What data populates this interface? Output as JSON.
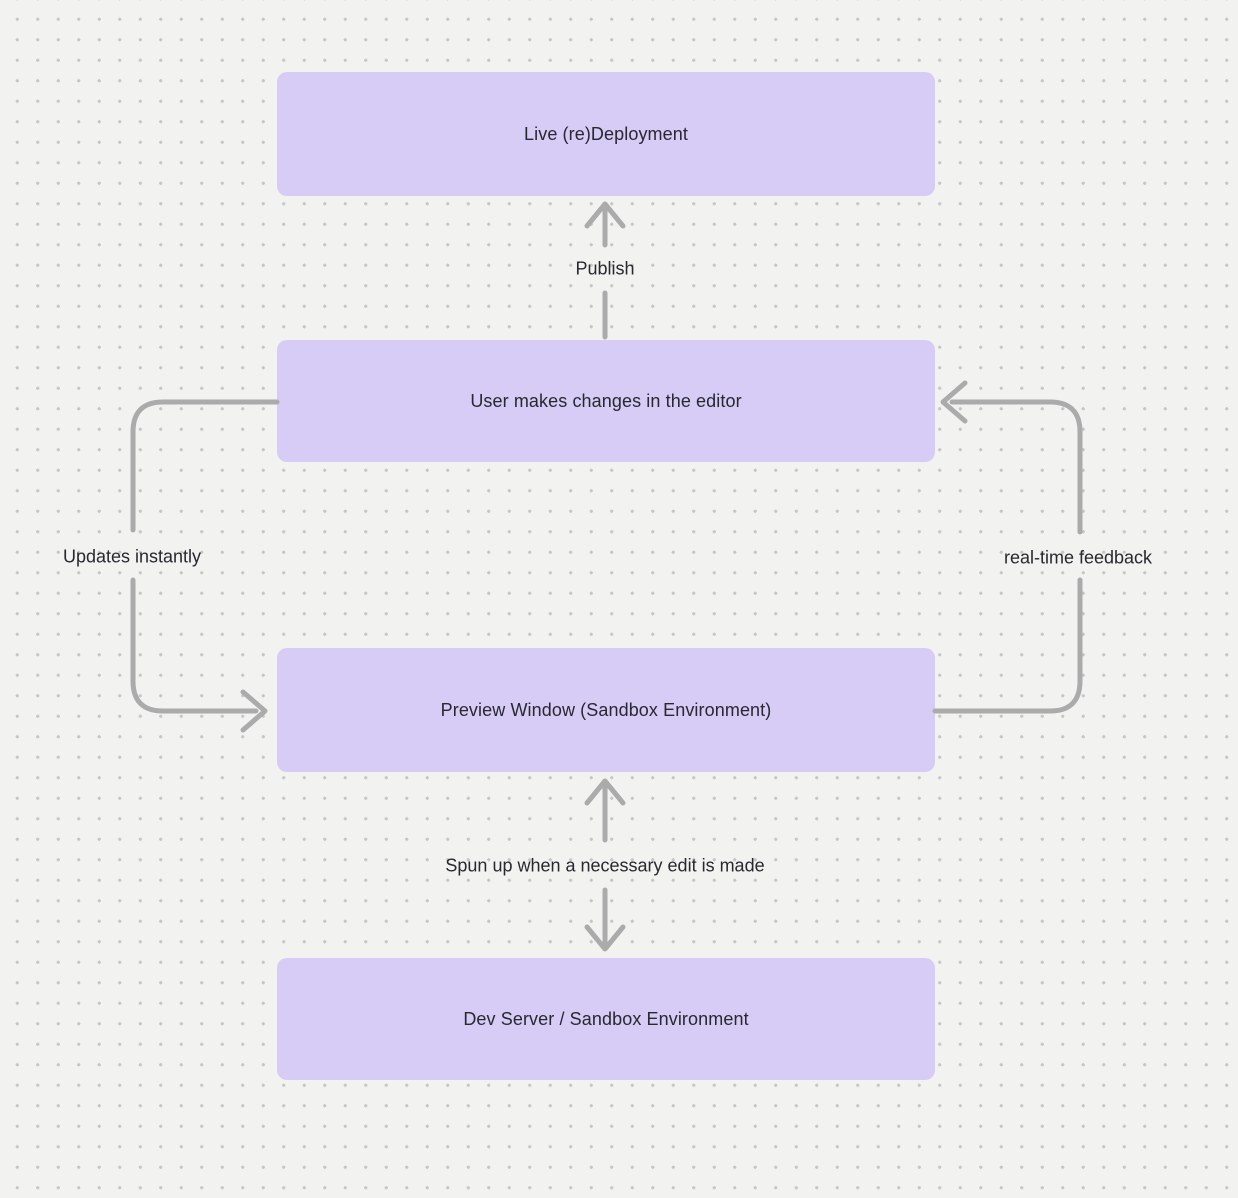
{
  "canvas": {
    "background_color": "#F2F2F1",
    "dot_color": "#C7C7C6"
  },
  "theme": {
    "node_fill": "#D7CCF6",
    "arrow_color": "#ABABAB",
    "text_color": "#28282F"
  },
  "nodes": [
    {
      "id": "live-redeployment",
      "label": "Live (re)Deployment"
    },
    {
      "id": "user-changes",
      "label": "User makes changes in the editor"
    },
    {
      "id": "preview-window",
      "label": "Preview Window (Sandbox Environment)"
    },
    {
      "id": "dev-server",
      "label": "Dev Server / Sandbox Environment"
    }
  ],
  "edges": [
    {
      "id": "publish",
      "label": "Publish",
      "from": "user-changes",
      "to": "live-redeployment",
      "direction": "up"
    },
    {
      "id": "updates-instantly",
      "label": "Updates instantly",
      "from": "user-changes",
      "to": "preview-window",
      "direction": "left-loop-down"
    },
    {
      "id": "real-time-feedback",
      "label": "real-time feedback",
      "from": "preview-window",
      "to": "user-changes",
      "direction": "right-loop-up"
    },
    {
      "id": "spun-up",
      "label": "Spun up when a necessary edit is made",
      "from": "preview-window",
      "to": "dev-server",
      "direction": "bidirectional"
    }
  ]
}
